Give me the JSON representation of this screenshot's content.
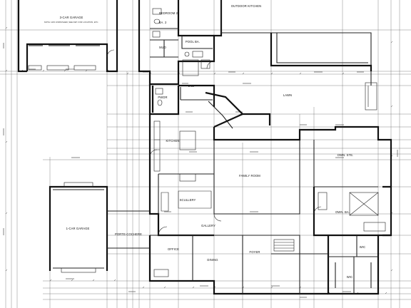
{
  "rooms": {
    "garage_3car": "3-CAR GARAGE",
    "garage_note": "NOTE: 12W UNFINISHED, SEE DET. FOR LOCATION, ETC.",
    "bedroom2": "BEDROOM 2",
    "ba2": "BA. 2",
    "mud": "MUD",
    "pool_ba": "POOL BA.",
    "outdoor_kitchen": "OUTDOOR KITCHEN",
    "laundry": "LND",
    "pwdr": "PWDR",
    "lawn": "LAWN",
    "kitchen": "KITCHEN",
    "family_room": "FAMILY ROOM",
    "owner_ste": "OWN. STE.",
    "scullery": "SCULLERY",
    "owner_ba": "OWN. BA.",
    "gallery": "GALLERY",
    "garage_1car": "1-CAR GARAGE",
    "porte_cochere": "PORTE-COCHERE",
    "office": "OFFICE",
    "dining": "DINING",
    "foyer": "FOYER",
    "wic_1": "WIC",
    "wic_2": "WIC"
  }
}
